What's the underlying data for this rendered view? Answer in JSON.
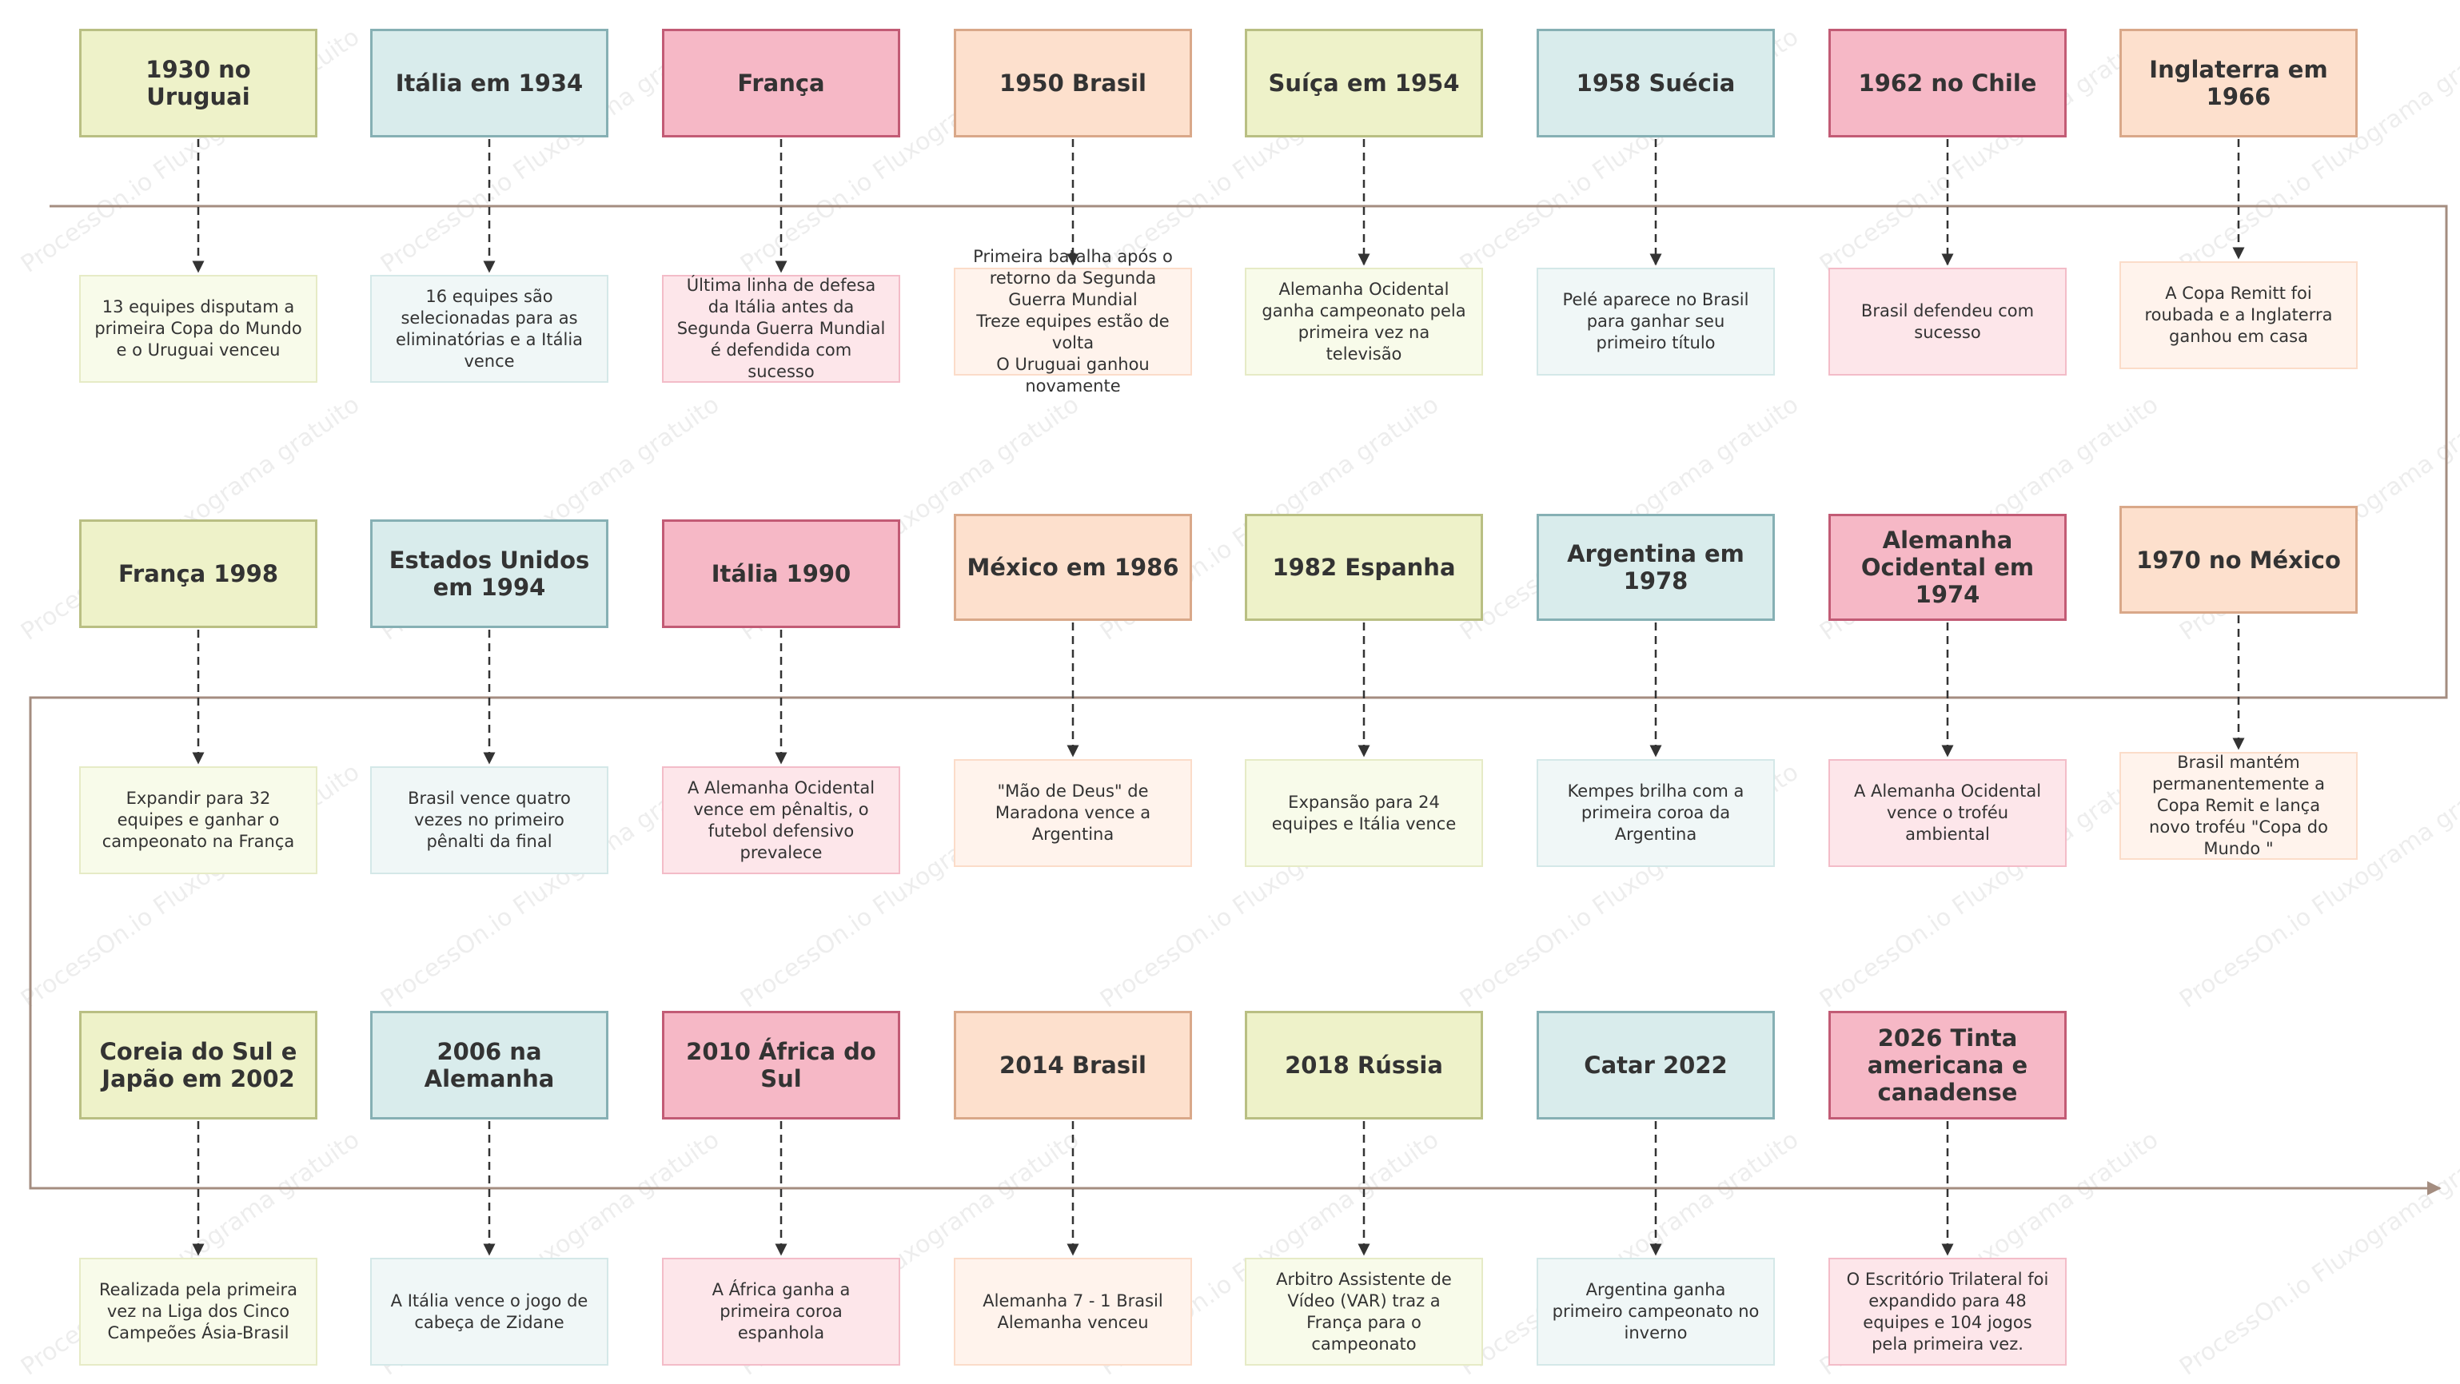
{
  "watermark": "ProcessOn.io Fluxograma gratuito",
  "colors": {
    "line": "#a48d80",
    "connector": "#333333",
    "green": "#eef2c9",
    "blue": "#d9ecec",
    "pink": "#f6b8c6",
    "peach": "#fde0cd"
  },
  "rows": [
    {
      "events": [
        {
          "title": "1930 no Uruguai",
          "desc": "13 equipes disputam a primeira Copa do Mundo e o Uruguai venceu",
          "theme": "green"
        },
        {
          "title": "Itália em 1934",
          "desc": "16 equipes são selecionadas para as eliminatórias e a Itália vence",
          "theme": "blue"
        },
        {
          "title": "França",
          "desc": "Última linha de defesa da Itália antes da Segunda Guerra Mundial é defendida com sucesso",
          "theme": "pink"
        },
        {
          "title": "1950 Brasil",
          "desc": "Primeira batalha após o retorno da Segunda Guerra Mundial\nTreze equipes estão de volta\nO Uruguai ganhou novamente",
          "theme": "peach"
        },
        {
          "title": "Suíça em 1954",
          "desc": "Alemanha Ocidental ganha campeonato pela primeira vez na televisão",
          "theme": "green"
        },
        {
          "title": "1958 Suécia",
          "desc": "Pelé aparece no Brasil para ganhar seu primeiro título",
          "theme": "blue"
        },
        {
          "title": "1962 no Chile",
          "desc": "Brasil defendeu com sucesso",
          "theme": "pink"
        },
        {
          "title": "Inglaterra em 1966",
          "desc": "A Copa Remitt foi roubada e a Inglaterra ganhou em casa",
          "theme": "peach"
        }
      ]
    },
    {
      "events": [
        {
          "title": "França 1998",
          "desc": "Expandir para 32 equipes e ganhar o campeonato na França",
          "theme": "green"
        },
        {
          "title": "Estados Unidos em 1994",
          "desc": "Brasil vence quatro vezes no primeiro pênalti da final",
          "theme": "blue"
        },
        {
          "title": "Itália 1990",
          "desc": "A Alemanha Ocidental vence em pênaltis, o futebol defensivo prevalece",
          "theme": "pink"
        },
        {
          "title": "México em 1986",
          "desc": "\"Mão de Deus\" de Maradona vence a Argentina",
          "theme": "peach"
        },
        {
          "title": "1982 Espanha",
          "desc": "Expansão para 24 equipes e Itália vence",
          "theme": "green"
        },
        {
          "title": "Argentina em 1978",
          "desc": "Kempes brilha com a primeira coroa da Argentina",
          "theme": "blue"
        },
        {
          "title": "Alemanha Ocidental em 1974",
          "desc": "A Alemanha Ocidental vence o troféu ambiental",
          "theme": "pink"
        },
        {
          "title": "1970 no México",
          "desc": "Brasil mantém permanentemente a Copa Remit e lança novo troféu \"Copa do Mundo \"",
          "theme": "peach"
        }
      ]
    },
    {
      "events": [
        {
          "title": "Coreia do Sul e Japão em 2002",
          "desc": "Realizada pela primeira vez na Liga dos Cinco Campeões Ásia-Brasil",
          "theme": "green"
        },
        {
          "title": "2006 na Alemanha",
          "desc": "A Itália vence o jogo de cabeça de Zidane",
          "theme": "blue"
        },
        {
          "title": "2010 África do Sul",
          "desc": "A África ganha a primeira coroa espanhola",
          "theme": "pink"
        },
        {
          "title": "2014 Brasil",
          "desc": "Alemanha 7 - 1 Brasil\nAlemanha venceu",
          "theme": "peach"
        },
        {
          "title": "2018 Rússia",
          "desc": "Arbitro Assistente de Vídeo (VAR) traz a França para o campeonato",
          "theme": "green"
        },
        {
          "title": "Catar 2022",
          "desc": "Argentina ganha primeiro campeonato no inverno",
          "theme": "blue"
        },
        {
          "title": "2026 Tinta americana e canadense",
          "desc": "O Escritório Trilateral foi expandido para 48 equipes e 104 jogos pela primeira vez.",
          "theme": "pink"
        }
      ]
    }
  ]
}
